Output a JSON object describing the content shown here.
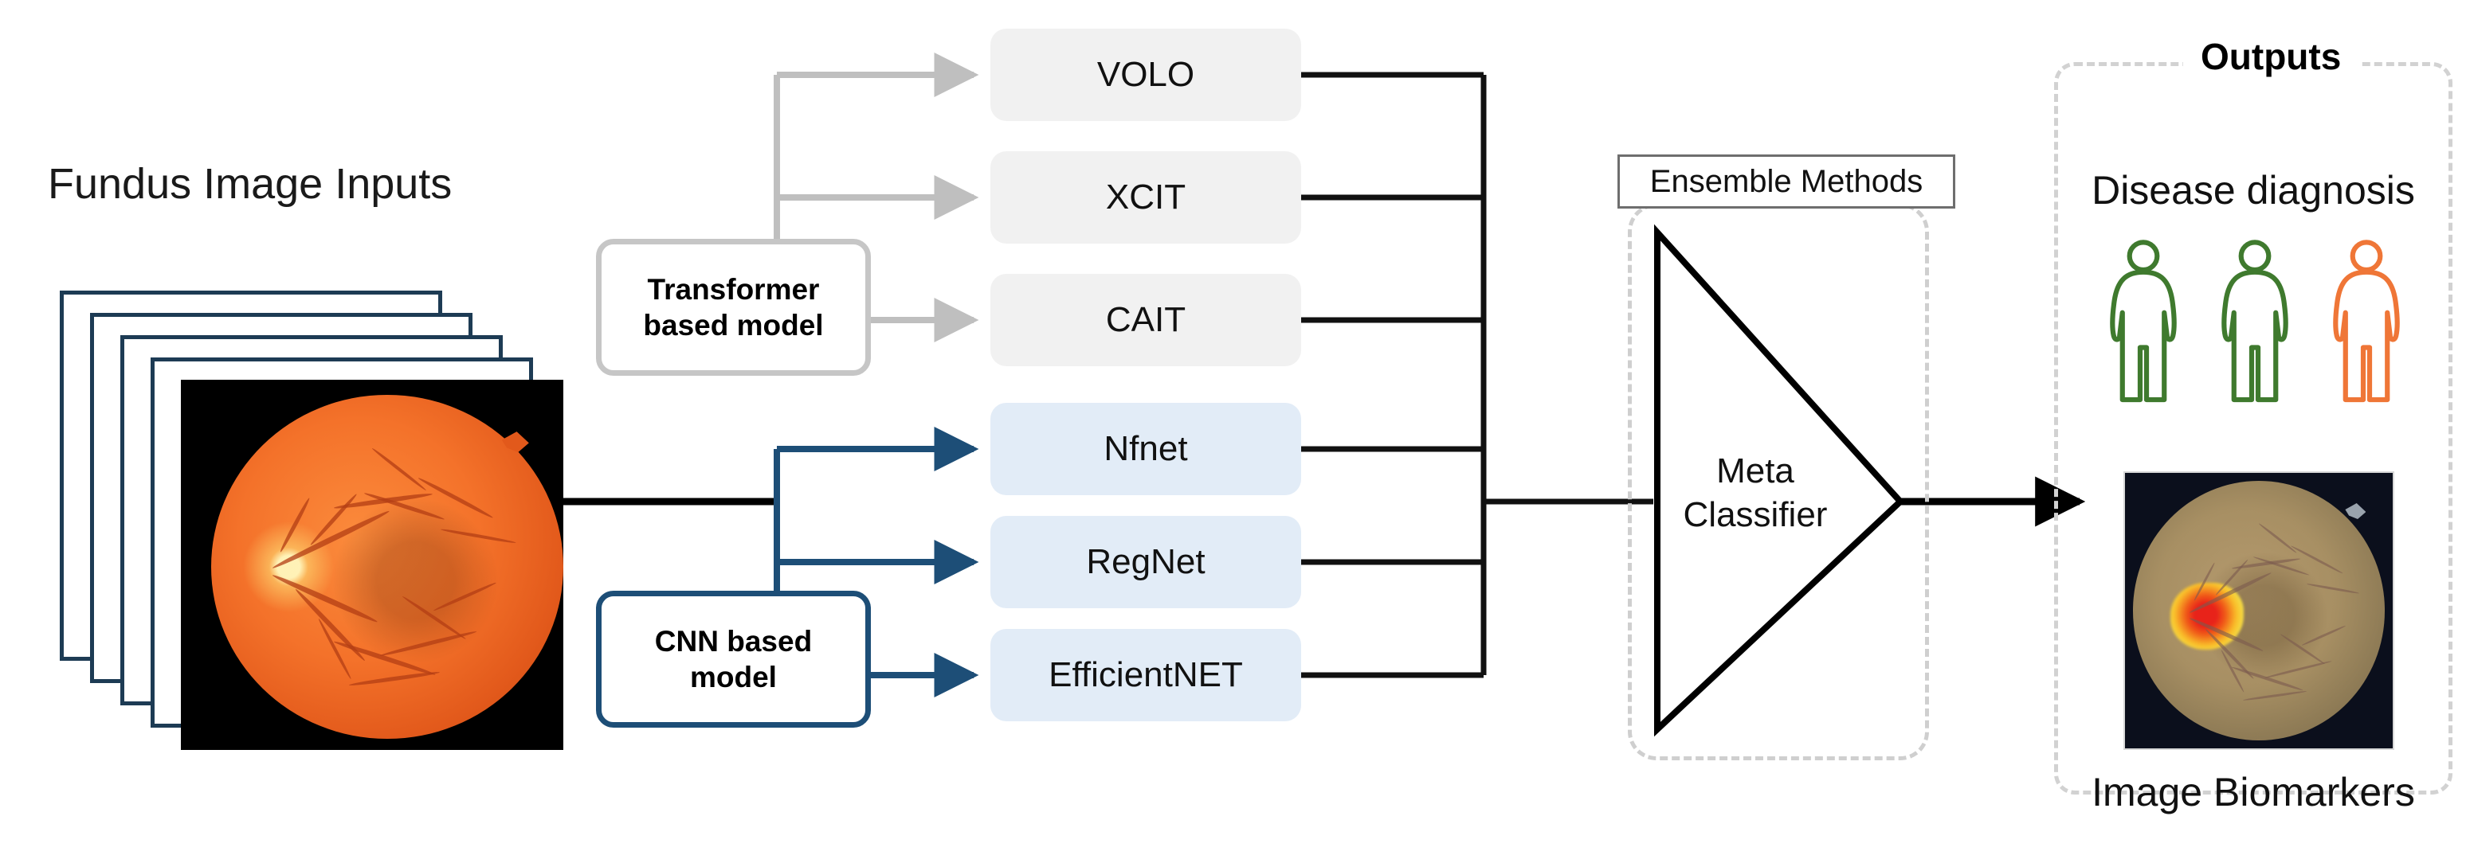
{
  "input": {
    "title": "Fundus Image Inputs",
    "card_count": 4,
    "image_name": "fundus-photograph-color"
  },
  "categories": [
    {
      "id": "transformer",
      "label": "Transformer\nbased model",
      "line1": "Transformer",
      "line2": "based model",
      "border_color": "#c6c6c6",
      "connector_color": "#bfbfbf"
    },
    {
      "id": "cnn",
      "label": "CNN based\nmodel",
      "line1": "CNN based",
      "line2": "model",
      "border_color": "#1d4e77",
      "connector_color": "#1d4e77"
    }
  ],
  "models": [
    {
      "id": "volo",
      "label": "VOLO",
      "group": "transformer",
      "fill": "#f1f1f1"
    },
    {
      "id": "xcit",
      "label": "XCIT",
      "group": "transformer",
      "fill": "#f1f1f1"
    },
    {
      "id": "cait",
      "label": "CAIT",
      "group": "transformer",
      "fill": "#f1f1f1"
    },
    {
      "id": "nfnet",
      "label": "Nfnet",
      "group": "cnn",
      "fill": "#e2ecf7"
    },
    {
      "id": "regnet",
      "label": "RegNet",
      "group": "cnn",
      "fill": "#e2ecf7"
    },
    {
      "id": "effnet",
      "label": "EfficientNET",
      "group": "cnn",
      "fill": "#e2ecf7"
    }
  ],
  "ensemble": {
    "label": "Ensemble Methods",
    "classifier_line1": "Meta",
    "classifier_line2": "Classifier",
    "shape": "triangle-right",
    "panel_style": "dashed"
  },
  "outputs": {
    "title": "Outputs",
    "diagnosis_label": "Disease diagnosis",
    "biomarker_label": "Image Biomarkers",
    "people": [
      {
        "id": "person-1",
        "color": "#3f7a2e",
        "status": "healthy"
      },
      {
        "id": "person-2",
        "color": "#3f7a2e",
        "status": "healthy"
      },
      {
        "id": "person-3",
        "color": "#ef7637",
        "status": "diseased"
      }
    ],
    "heatmap_image_name": "fundus-heatmap-overlay"
  },
  "colors": {
    "cnn_blue": "#1d4e77",
    "box_blue": "#e2ecf7",
    "box_gray": "#f1f1f1",
    "gray_connector": "#bfbfbf",
    "black_connector": "#000000",
    "card_border": "#1d3b54",
    "green": "#3f7a2e",
    "orange": "#ef7637"
  }
}
